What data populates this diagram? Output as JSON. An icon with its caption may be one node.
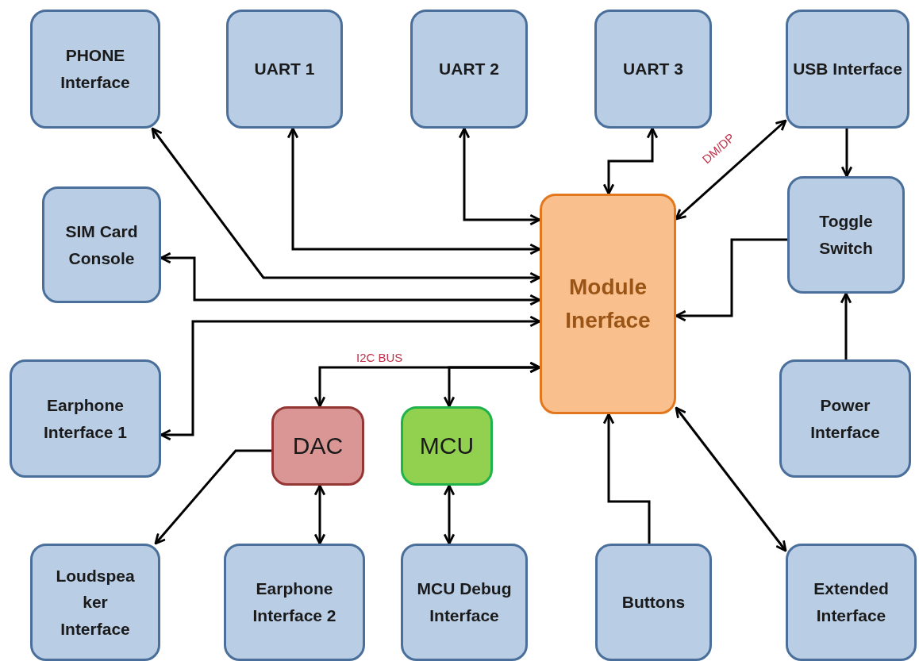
{
  "diagram": {
    "nodes": [
      {
        "text": [
          "PHONE Interface"
        ]
      },
      {
        "text": [
          "UART 1"
        ]
      },
      {
        "text": [
          "UART 2"
        ]
      },
      {
        "text": [
          "UART 3"
        ]
      },
      {
        "text": [
          "USB Interface"
        ]
      },
      {
        "text": [
          "SIM Card Console"
        ]
      },
      {
        "text": [
          "Module Inerface"
        ]
      },
      {
        "text": [
          "Toggle Switch"
        ]
      },
      {
        "text": [
          "Earphone Interface 1"
        ]
      },
      {
        "text": [
          "DAC"
        ]
      },
      {
        "text": [
          "MCU"
        ]
      },
      {
        "text": [
          "Power Interface"
        ]
      },
      {
        "text": [
          "Loudspea ker Interface"
        ]
      },
      {
        "text": [
          "Earphone Interface 2"
        ]
      },
      {
        "text": [
          "MCU Debug Interface"
        ]
      },
      {
        "text": [
          "Buttons"
        ]
      },
      {
        "text": [
          "Extended Interface"
        ]
      }
    ],
    "edges": [
      {
        "from": 1,
        "to": 6,
        "arrow": "both"
      },
      {
        "from": 2,
        "to": 6,
        "arrow": "both"
      },
      {
        "from": 3,
        "to": 6,
        "arrow": "both"
      },
      {
        "from": 0,
        "to": 6,
        "arrow": "both"
      },
      {
        "from": 5,
        "to": 6,
        "arrow": "both"
      },
      {
        "from": 8,
        "to": 6,
        "arrow": "both"
      },
      {
        "from": 9,
        "to": 6,
        "arrow": "both",
        "label": "I2C BUS"
      },
      {
        "from": 10,
        "to": 6,
        "arrow": "both"
      },
      {
        "from": 9,
        "to": 12,
        "arrow": "to"
      },
      {
        "from": 9,
        "to": 13,
        "arrow": "both"
      },
      {
        "from": 10,
        "to": 14,
        "arrow": "both"
      },
      {
        "from": 15,
        "to": 6,
        "arrow": "to"
      },
      {
        "from": 6,
        "to": 16,
        "arrow": "both"
      },
      {
        "from": 6,
        "to": 4,
        "arrow": "both",
        "label": "DM/DP"
      },
      {
        "from": 4,
        "to": 7,
        "arrow": "to"
      },
      {
        "from": 7,
        "to": 6,
        "arrow": "to"
      },
      {
        "from": 11,
        "to": 7,
        "arrow": "to"
      }
    ]
  }
}
